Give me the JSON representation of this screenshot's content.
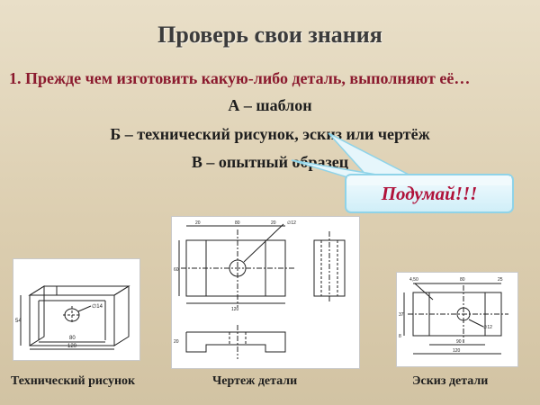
{
  "title": "Проверь свои знания",
  "question": "1. Прежде чем изготовить какую-либо деталь, выполняют её…",
  "options": [
    "А – шаблон",
    "Б – технический рисунок, эскиз или чертёж",
    "В – опытный образец"
  ],
  "callout": "Подумай!!!",
  "captions": {
    "technical": "Технический рисунок",
    "drawing": "Чертеж детали",
    "sketch": "Эскиз детали"
  },
  "colors": {
    "question_text": "#8b1a2e",
    "callout_text": "#b0123a",
    "callout_bg": "#e6f6fb",
    "callout_border": "#8fd3e8"
  }
}
